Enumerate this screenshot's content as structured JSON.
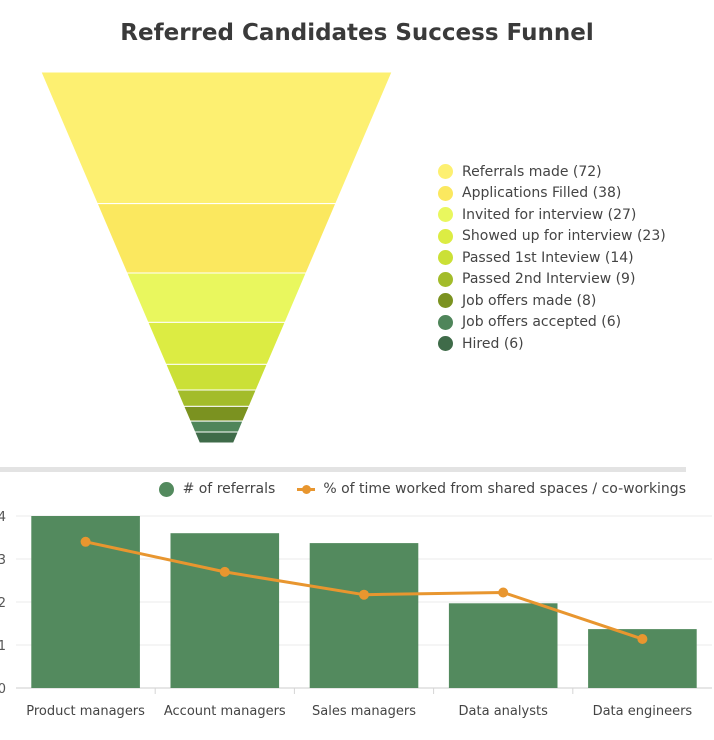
{
  "title": "Referred Candidates Success Funnel",
  "chart_data": [
    {
      "type": "funnel",
      "title": "Referred Candidates Success Funnel",
      "stages": [
        {
          "label": "Referrals made (72)",
          "value": 72,
          "color": "#fdf071"
        },
        {
          "label": "Applications Filled (38)",
          "value": 38,
          "color": "#fbe85f"
        },
        {
          "label": "Invited for interview (27)",
          "value": 27,
          "color": "#e9f75e"
        },
        {
          "label": "Showed up for interview (23)",
          "value": 23,
          "color": "#dcec43"
        },
        {
          "label": "Passed 1st Inteview (14)",
          "value": 14,
          "color": "#cbe036"
        },
        {
          "label": "Passed 2nd Interview (9)",
          "value": 9,
          "color": "#a3bc2a"
        },
        {
          "label": "Job offers made (8)",
          "value": 8,
          "color": "#7b9220"
        },
        {
          "label": "Job offers accepted (6)",
          "value": 6,
          "color": "#4f855a"
        },
        {
          "label": "Hired (6)",
          "value": 6,
          "color": "#3f6b49"
        }
      ],
      "legend_position": "right"
    },
    {
      "type": "bar",
      "categories": [
        "Product managers",
        "Account managers",
        "Sales managers",
        "Data analysts",
        "Data engineers"
      ],
      "series": [
        {
          "name": "# of referrals",
          "type": "bar",
          "values": [
            4.0,
            3.6,
            3.37,
            1.97,
            1.37
          ],
          "color": "#538a5e"
        },
        {
          "name": "% of time worked from shared spaces / co-workings",
          "type": "line",
          "values": [
            3.4,
            2.7,
            2.17,
            2.22,
            1.14
          ],
          "color": "#e8962f"
        }
      ],
      "ylim": [
        0,
        4
      ],
      "yticks": [
        "0",
        "1",
        "2",
        "3",
        "4"
      ],
      "grid": true,
      "legend_position": "top-right"
    }
  ]
}
